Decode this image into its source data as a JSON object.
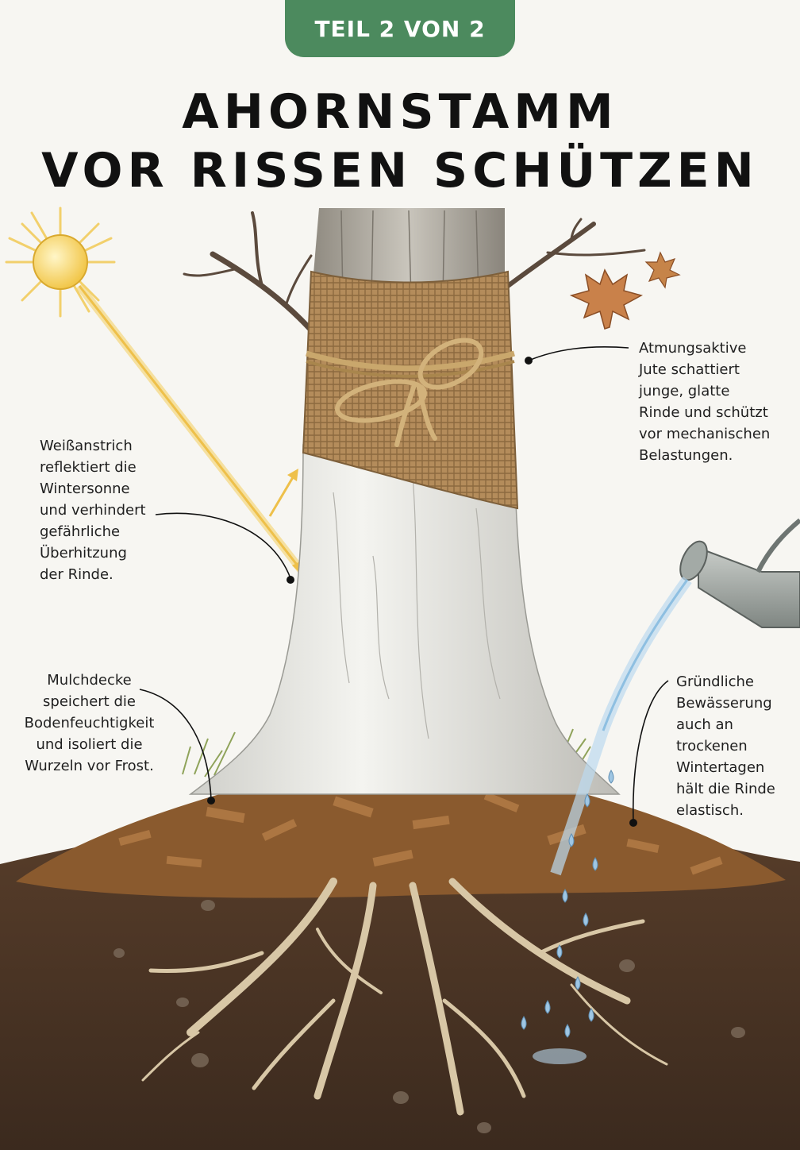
{
  "header": {
    "badge": "TEIL 2 VON 2",
    "title_line1": "AHORNSTAMM",
    "title_line2": "VOR RISSEN SCHÜTZEN"
  },
  "callouts": {
    "whitewash": "Weißanstrich\nreflektiert die\nWintersonne\nund verhindert\ngefährliche\nÜberhitzung\nder Rinde.",
    "jute": "Atmungsaktive\nJute schattiert\njunge, glatte\nRinde und schützt\nvor mechanischen\nBelastungen.",
    "mulch": "Mulchdecke\nspeichert die\nBodenfeuchtigkeit\nund isoliert die\nWurzeln vor Frost.",
    "watering": "Gründliche\nBewässerung\nauch an\ntrockenen\nWintertagen\nhält die Rinde\nelastisch."
  },
  "colors": {
    "badge": "#4c8a5e",
    "sun": "#f2c74b",
    "trunk_white": "#eeeeea",
    "jute": "#b08a5a",
    "mulch": "#8a5a2e",
    "soil": "#4a3526",
    "root": "#d8c7a6",
    "water": "#9fc6e3"
  },
  "icons": [
    "sun-icon",
    "maple-leaf-icon",
    "watering-can-icon"
  ]
}
